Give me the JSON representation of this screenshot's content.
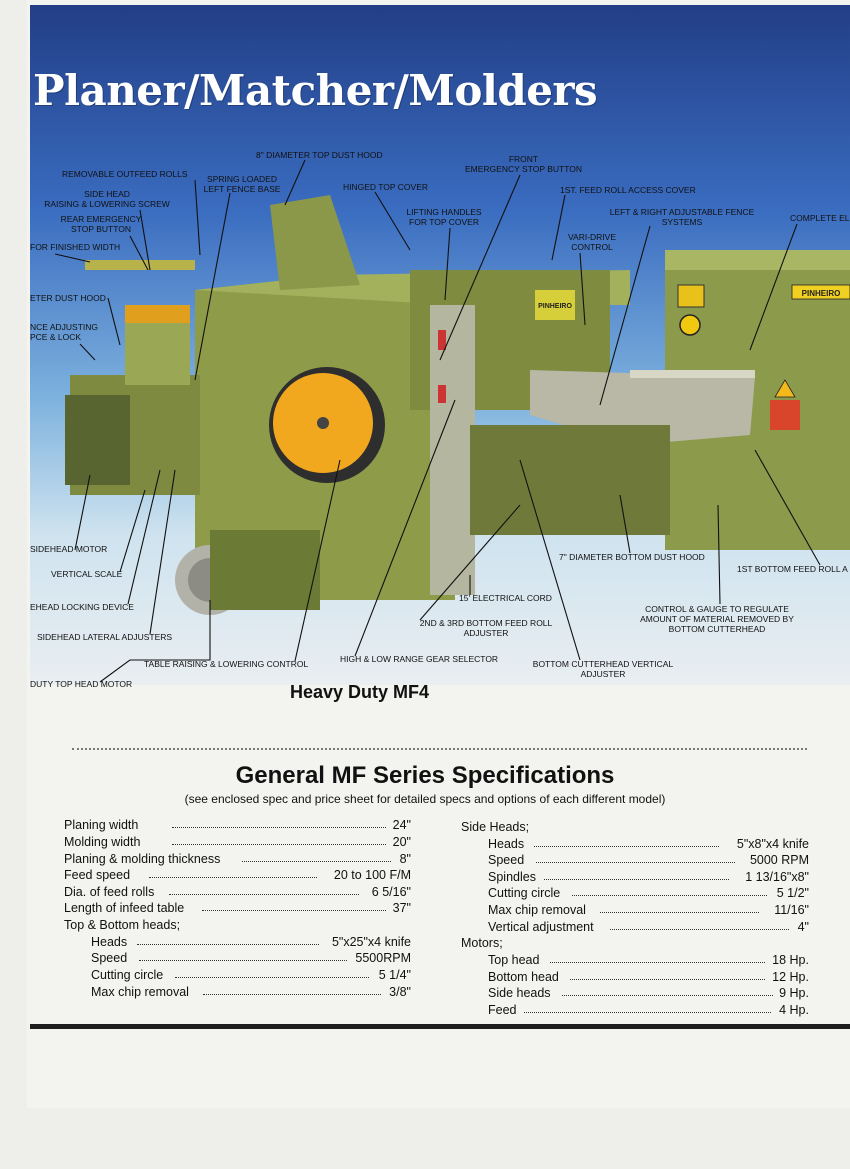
{
  "page": {
    "title": "Planer/Matcher/Molders",
    "model": "Heavy Duty MF4"
  },
  "callouts": {
    "top_dust_hood": "8\" DIAMETER TOP DUST HOOD",
    "front_emergency_stop": "FRONT\nEMERGENCY STOP BUTTON",
    "removable_outfeed_rolls": "REMOVABLE OUTFEED ROLLS",
    "side_head_raising": "SIDE HEAD\nRAISING & LOWERING SCREW",
    "spring_loaded_fence": "SPRING LOADED\nLEFT FENCE BASE",
    "hinged_top_cover": "HINGED TOP COVER",
    "first_feed_roll_cover": "1ST. FEED ROLL ACCESS COVER",
    "rear_emergency_stop": "REAR EMERGENCY\nSTOP BUTTON",
    "lifting_handles": "LIFTING HANDLES\nFOR TOP COVER",
    "adjustable_fence": "LEFT & RIGHT ADJUSTABLE FENCE\nSYSTEMS",
    "complete_electrical": "COMPLETE EL",
    "finished_width": "FOR FINISHED WIDTH",
    "vari_drive": "VARI-DRIVE\nCONTROL",
    "side_dust_hood": "ETER DUST HOOD",
    "fence_adjusting": "NCE ADJUSTING\nPCE & LOCK",
    "sidehead_motor": "SIDEHEAD MOTOR",
    "bottom_dust_hood": "7\" DIAMETER BOTTOM DUST HOOD",
    "vertical_scale": "VERTICAL SCALE",
    "first_bottom_feed_roll": "1ST BOTTOM FEED ROLL A",
    "sidehead_locking": "EHEAD LOCKING DEVICE",
    "electrical_cord": "15' ELECTRICAL CORD",
    "gauge_regulate": "CONTROL & GAUGE TO REGULATE\nAMOUNT OF MATERIAL REMOVED BY\nBOTTOM CUTTERHEAD",
    "bottom_feed_roll_adjuster": "2ND & 3RD BOTTOM FEED ROLL\nADJUSTER",
    "sidehead_lateral": "SIDEHEAD LATERAL ADJUSTERS",
    "gear_selector": "HIGH & LOW RANGE GEAR SELECTOR",
    "table_raising": "TABLE RAISING & LOWERING CONTROL",
    "bottom_cutterhead_adjuster": "BOTTOM CUTTERHEAD VERTICAL\nADJUSTER",
    "top_head_motor": "DUTY TOP HEAD MOTOR"
  },
  "machine": {
    "badge": "PINHEIRO",
    "front_badge": "PINHEIRO",
    "colors": {
      "body": "#8e9c4a",
      "body_dark": "#5f6a2c",
      "handwheel": "#f2a81e",
      "panel": "#b7b9a0"
    }
  },
  "specs": {
    "title": "General MF Series Specifications",
    "subtitle": "(see enclosed spec and price sheet for detailed specs and options of each different model)",
    "left": [
      {
        "label": "Planing width",
        "value": "24\""
      },
      {
        "label": "Molding width",
        "value": "20\""
      },
      {
        "label": "Planing & molding thickness",
        "value": "8\""
      },
      {
        "label": "Feed speed",
        "value": "20 to 100 F/M"
      },
      {
        "label": "Dia. of feed rolls",
        "value": "6 5/16\""
      },
      {
        "label": "Length of infeed table",
        "value": "37\""
      }
    ],
    "left_group_heading": "Top & Bottom heads;",
    "left_group": [
      {
        "label": "Heads",
        "value": "5\"x25\"x4 knife"
      },
      {
        "label": "Speed",
        "value": "5500RPM"
      },
      {
        "label": "Cutting circle",
        "value": "5 1/4\""
      },
      {
        "label": "Max chip removal",
        "value": "3/8\""
      }
    ],
    "right_heading_1": "Side Heads;",
    "right_group_1": [
      {
        "label": "Heads",
        "value": "5\"x8\"x4 knife"
      },
      {
        "label": "Speed",
        "value": "5000 RPM"
      },
      {
        "label": "Spindles",
        "value": "1 13/16\"x8\""
      },
      {
        "label": "Cutting circle",
        "value": "5 1/2\""
      },
      {
        "label": "Max chip removal",
        "value": "11/16\""
      },
      {
        "label": "Vertical adjustment",
        "value": "4\""
      }
    ],
    "right_heading_2": "Motors;",
    "right_group_2": [
      {
        "label": "Top head",
        "value": "18 Hp."
      },
      {
        "label": "Bottom head",
        "value": "12 Hp."
      },
      {
        "label": "Side heads",
        "value": "9 Hp."
      },
      {
        "label": "Feed",
        "value": "4 Hp."
      }
    ]
  }
}
